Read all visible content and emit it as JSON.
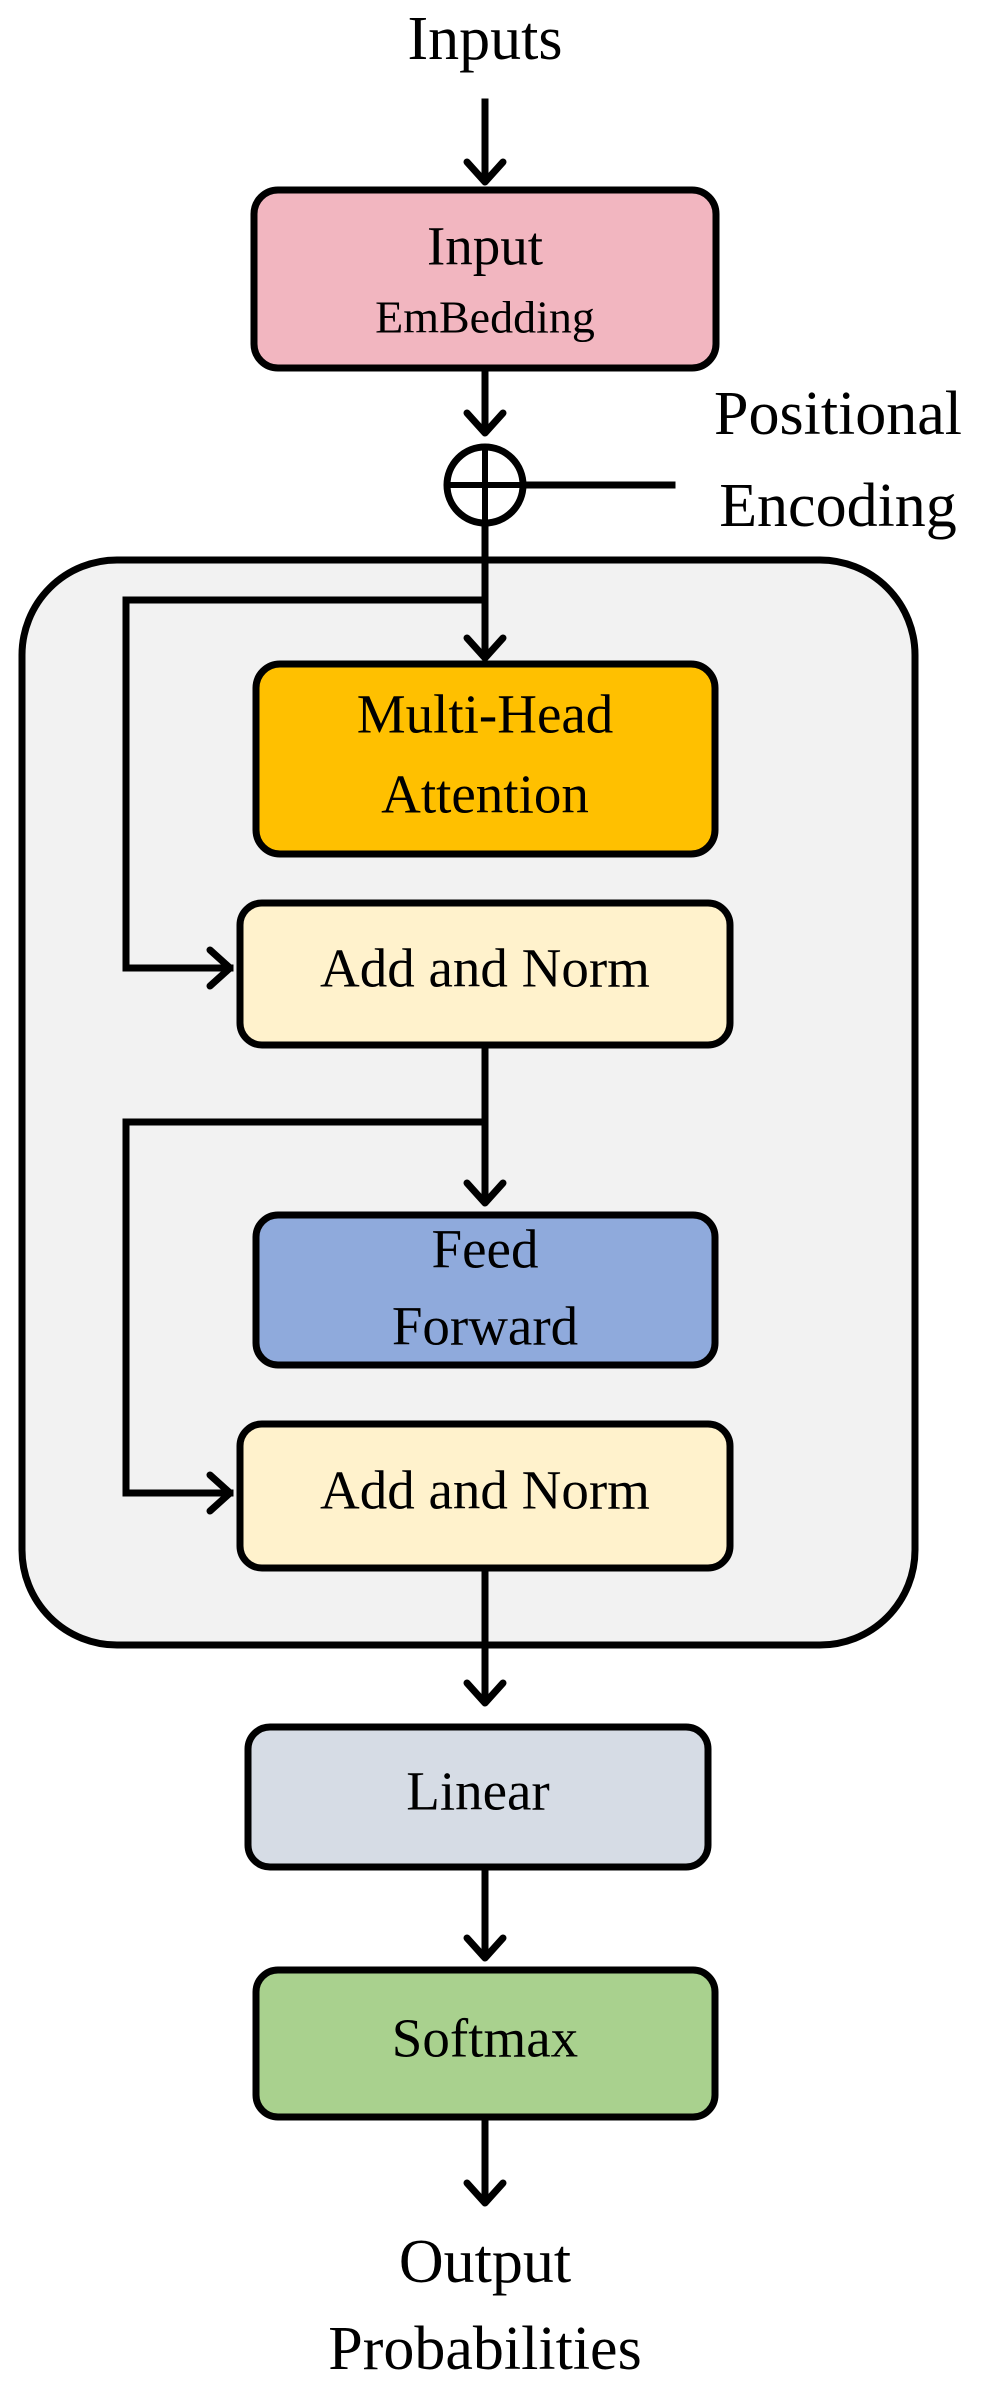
{
  "labels": {
    "inputs": "Inputs",
    "input_embedding_line1": "Input",
    "input_embedding_line2": "EmBedding",
    "positional_line1": "Positional",
    "positional_line2": "Encoding",
    "multi_head_line1": "Multi-Head",
    "multi_head_line2": "Attention",
    "add_norm_1": "Add and Norm",
    "feed_forward_line1": "Feed",
    "feed_forward_line2": "Forward",
    "add_norm_2": "Add and Norm",
    "linear": "Linear",
    "softmax": "Softmax",
    "output_line1": "Output",
    "output_line2": "Probabilities"
  },
  "colors": {
    "input_embedding": "#F2B6C0",
    "multi_head_attention": "#FFC000",
    "add_and_norm": "#FFF2CC",
    "feed_forward": "#8FAADC",
    "linear": "#D6DCE5",
    "softmax": "#A9D18E",
    "block_background": "#F2F2F2"
  }
}
